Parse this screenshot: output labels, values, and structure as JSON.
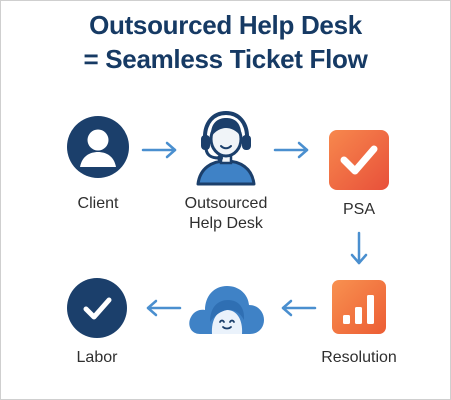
{
  "title": {
    "line1": "Outsourced Help Desk",
    "line2": "= Seamless Ticket Flow"
  },
  "nodes": {
    "client": {
      "label": "Client",
      "icon": "person-icon"
    },
    "help_desk": {
      "label_line1": "Outsourced",
      "label_line2": "Help Desk",
      "icon": "headset-agent-icon"
    },
    "psa": {
      "label": "PSA",
      "icon": "checkmark-tile-icon"
    },
    "resolution": {
      "label": "Resolution",
      "icon": "bar-chart-tile-icon"
    },
    "cloud": {
      "icon": "cloud-face-icon"
    },
    "labor": {
      "label": "Labor",
      "icon": "check-circle-icon"
    }
  },
  "colors": {
    "title": "#163a64",
    "navy": "#1b3f6b",
    "arrow": "#4a8fcf",
    "psa_orange": "#f26a3d",
    "resolution_orange": "#f47b3e",
    "cloud_blue": "#3f82c6"
  }
}
